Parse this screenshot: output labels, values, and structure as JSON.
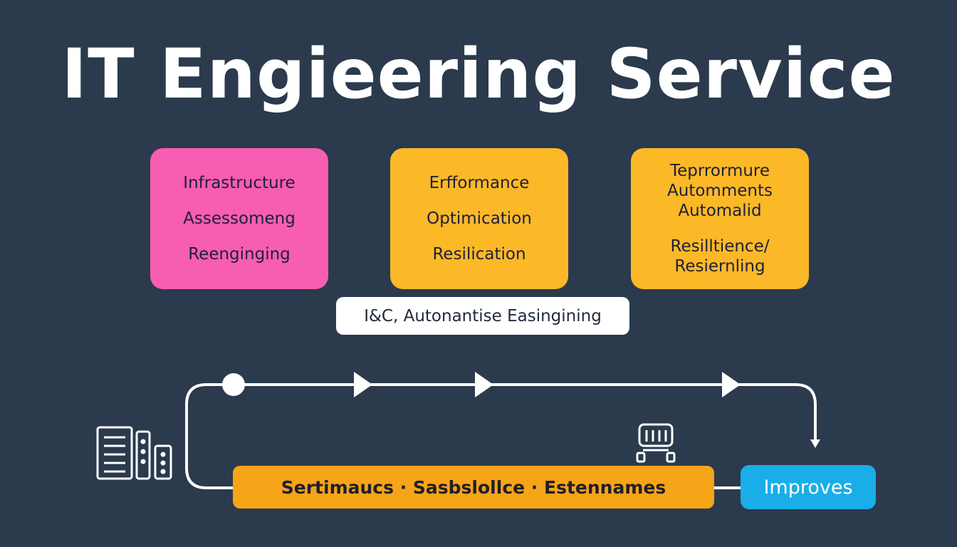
{
  "title": "IT Engieering Service",
  "cards": [
    {
      "lines": [
        "Infrastructure",
        "Assessomeng",
        "Reenginging"
      ],
      "color": "#f75db0"
    },
    {
      "lines": [
        "Erfformance",
        "Optimication",
        "Resilication"
      ],
      "color": "#fbb928"
    },
    {
      "lines": [
        "Teprrormure",
        "Automments",
        "Automalid",
        "Resilltience/",
        "Resiernling"
      ],
      "color": "#fbb928"
    }
  ],
  "caption": "I&C, Autonantise Easingining",
  "bar_label": "Sertimaucs · Sasbslollce · Estennames",
  "pill_label": "Improves",
  "colors": {
    "background": "#2b3a4c",
    "bar": "#f6a418",
    "pill": "#19aee8",
    "line": "#ffffff"
  },
  "icons": [
    "server-rack-icon",
    "robot-icon",
    "start-node-icon",
    "arrow-right-icon",
    "arrow-down-icon"
  ]
}
